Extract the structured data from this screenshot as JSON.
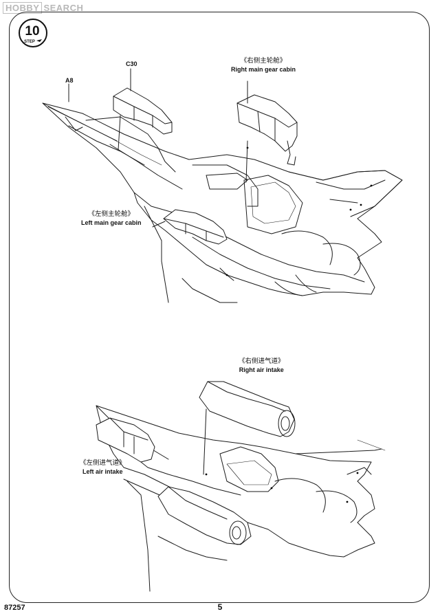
{
  "watermark": {
    "brand": "HOBBY",
    "text": "SEARCH"
  },
  "step": {
    "label": "STEP",
    "number": "10"
  },
  "upper_assembly": {
    "part_a8": "A8",
    "part_c30": "C30",
    "right_main_gear_cabin": {
      "cn": "《右侧主轮舱》",
      "en": "Right main gear cabin"
    },
    "left_main_gear_cabin": {
      "cn": "《左侧主轮舱》",
      "en": "Left main gear cabin"
    }
  },
  "lower_assembly": {
    "right_air_intake": {
      "cn": "《右侧进气道》",
      "en": "Right air intake"
    },
    "left_air_intake": {
      "cn": "《左侧进气道》",
      "en": "Left air intake"
    }
  },
  "footer": {
    "kit_number": "87257",
    "page_number": "5"
  }
}
